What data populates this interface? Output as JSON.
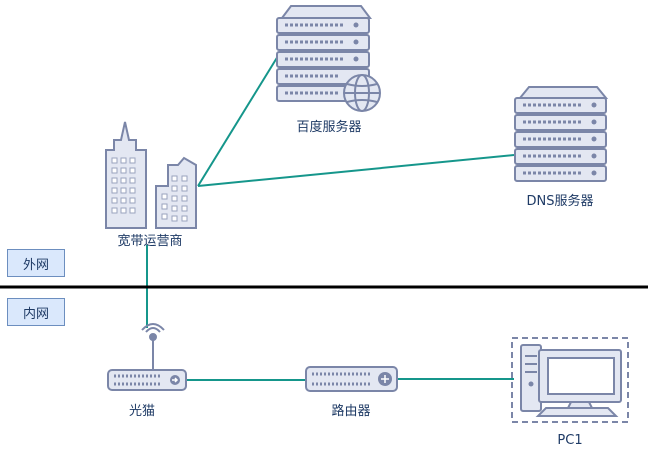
{
  "zones": {
    "outer": "外网",
    "inner": "内网"
  },
  "nodes": {
    "baidu": "百度服务器",
    "dns": "DNS服务器",
    "isp": "宽带运营商",
    "modem": "光猫",
    "router": "路由器",
    "pc": "PC1"
  },
  "colors": {
    "link": "#15968b",
    "icon_fill": "#e3e7f2",
    "icon_stroke": "#7b86a8",
    "divider": "#000000",
    "label": "#1f3b66",
    "zone_fill": "#dae8fc",
    "zone_stroke": "#6c8ebf"
  }
}
